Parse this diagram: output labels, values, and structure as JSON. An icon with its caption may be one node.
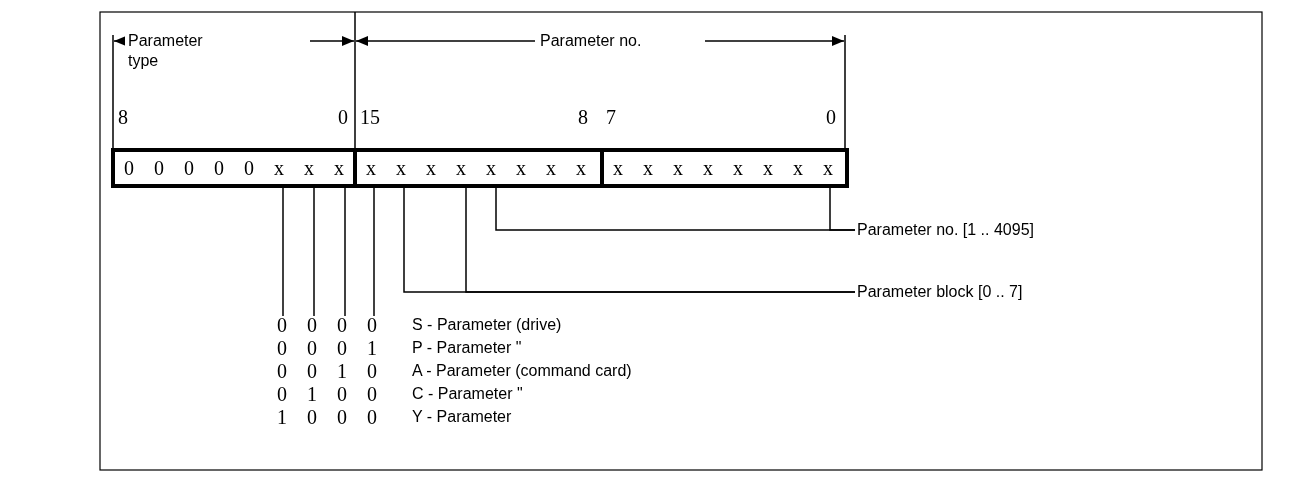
{
  "diagram": {
    "nodes": [
      {
        "text": [
          "0 0 0 0 0 x x x"
        ]
      },
      {
        "text": [
          "x x x x x x x x"
        ]
      },
      {
        "text": [
          "x x x x x x x x"
        ]
      },
      {
        "text": [
          "Parameter no. [1 .. 4095]"
        ]
      },
      {
        "text": [
          "Parameter block [0 .. 7]"
        ]
      },
      {
        "text": [
          "0 0 0 0",
          "0 0 0 1",
          "0 0 1 0",
          "0 1 0 0",
          "1 0 0 0"
        ],
        "beside": [
          "S - Parameter (drive)",
          "P - Parameter \"",
          "A - Parameter (command card)",
          "C - Parameter \"",
          "Y - Parameter"
        ]
      }
    ],
    "edges": [
      {
        "from": 1,
        "to": 3,
        "arrow": "none"
      },
      {
        "from": 2,
        "to": 3,
        "arrow": "none"
      },
      {
        "from": 1,
        "to": 4,
        "arrow": "none"
      },
      {
        "from": 1,
        "to": 4,
        "arrow": "none"
      },
      {
        "from": 0,
        "to": 5,
        "arrow": "none"
      },
      {
        "from": 0,
        "to": 5,
        "arrow": "none"
      },
      {
        "from": 0,
        "to": 5,
        "arrow": "none"
      },
      {
        "from": 1,
        "to": 5,
        "arrow": "none"
      }
    ],
    "labels": [
      "Parameter type",
      "Parameter no.",
      "8",
      "0",
      "15",
      "8",
      "7",
      "0"
    ]
  }
}
